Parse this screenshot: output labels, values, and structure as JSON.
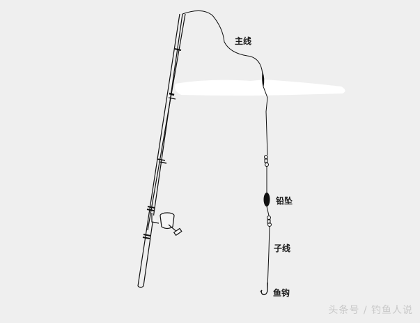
{
  "diagram": {
    "subject": "fishing rod and line rig",
    "background_color": "#efefef",
    "line_color": "#111111",
    "labels": {
      "main_line": "主线",
      "sinker": "铅坠",
      "leader_line": "子线",
      "hook": "鱼钩"
    },
    "components": [
      {
        "id": "rod",
        "name": "fishing rod"
      },
      {
        "id": "reel",
        "name": "spinning reel"
      },
      {
        "id": "main_line",
        "name": "main line",
        "label_key": "main_line"
      },
      {
        "id": "float",
        "name": "float / bobber"
      },
      {
        "id": "swivel_top",
        "name": "swivel"
      },
      {
        "id": "sinker",
        "name": "lead sinker",
        "label_key": "sinker"
      },
      {
        "id": "swivel_bottom",
        "name": "swivel"
      },
      {
        "id": "leader",
        "name": "leader line",
        "label_key": "leader_line"
      },
      {
        "id": "hook",
        "name": "fish hook",
        "label_key": "hook"
      }
    ]
  },
  "watermark": {
    "text": "头条号 / 钓鱼人说"
  }
}
